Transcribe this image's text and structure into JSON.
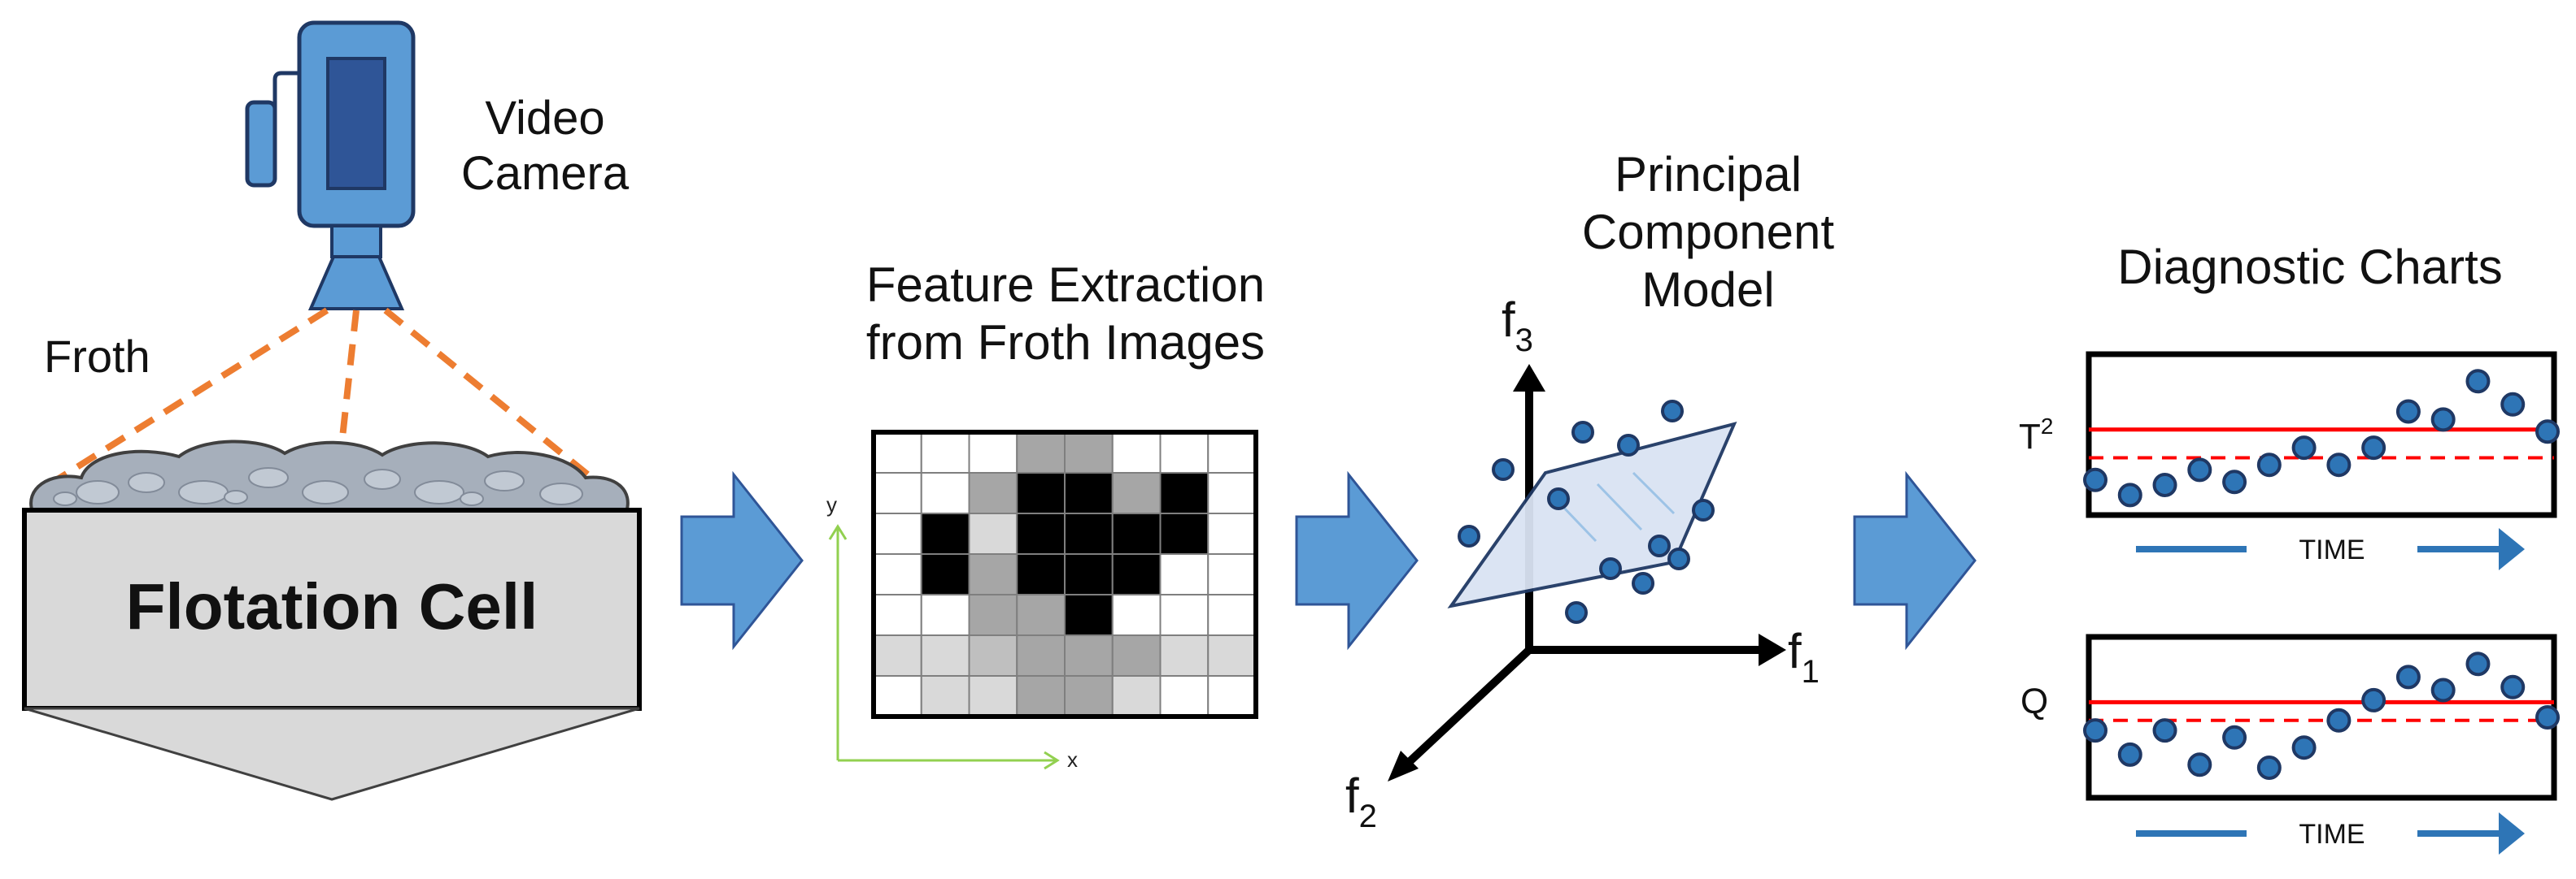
{
  "colors": {
    "camera_blue": "#5b9bd5",
    "camera_dark": "#2f5597",
    "camera_outline": "#1f3864",
    "arrow_blue": "#5b9bd5",
    "dashed_orange": "#ed7d31",
    "cell_gray": "#d9d9d9",
    "limit_red": "#ff0000",
    "plane_fill": "#dae3f3",
    "axis_green": "#92d050"
  },
  "camera": {
    "label_line1": "Video",
    "label_line2": "Camera"
  },
  "froth": {
    "label": "Froth"
  },
  "cell": {
    "label": "Flotation Cell"
  },
  "feature": {
    "title_line1": "Feature Extraction",
    "title_line2": "from Froth Images",
    "axis_y": "y",
    "axis_x": "x",
    "grid": [
      [
        "w",
        "w",
        "w",
        "g",
        "g",
        "w",
        "w",
        "w"
      ],
      [
        "w",
        "w",
        "g",
        "b",
        "b",
        "g",
        "b",
        "w"
      ],
      [
        "w",
        "b",
        "l",
        "b",
        "b",
        "b",
        "b",
        "w"
      ],
      [
        "w",
        "b",
        "g",
        "b",
        "b",
        "b",
        "w",
        "w"
      ],
      [
        "w",
        "w",
        "g",
        "g",
        "b",
        "w",
        "w",
        "w"
      ],
      [
        "l",
        "l",
        "m",
        "g",
        "g",
        "g",
        "l",
        "l"
      ],
      [
        "w",
        "l",
        "l",
        "g",
        "g",
        "l",
        "w",
        "w"
      ]
    ],
    "shades": {
      "w": "#ffffff",
      "l": "#d9d9d9",
      "m": "#bfbfbf",
      "g": "#a6a6a6",
      "b": "#000000"
    }
  },
  "pca": {
    "title_line1": "Principal",
    "title_line2": "Component",
    "title_line3": "Model",
    "axis_f1": "f",
    "axis_f1_sub": "1",
    "axis_f2": "f",
    "axis_f2_sub": "2",
    "axis_f3": "f",
    "axis_f3_sub": "3"
  },
  "diagnostics": {
    "title": "Diagnostic Charts",
    "t2_label": "T",
    "t2_sup": "2",
    "q_label": "Q",
    "time_label_1": "TIME",
    "time_label_2": "TIME"
  },
  "chart_data": [
    {
      "type": "scatter",
      "ylabel": "T²",
      "xlabel": "TIME",
      "x": [
        1,
        2,
        3,
        4,
        5,
        6,
        7,
        8,
        9,
        10,
        11,
        12,
        13,
        14
      ],
      "values": [
        0.3,
        0.15,
        0.25,
        0.4,
        0.28,
        0.45,
        0.62,
        0.45,
        0.62,
        0.98,
        0.9,
        1.28,
        1.05,
        0.78
      ],
      "upper_limit": 0.8,
      "lower_limit": 0.52,
      "ylim": [
        0,
        1.5
      ]
    },
    {
      "type": "scatter",
      "ylabel": "Q",
      "xlabel": "TIME",
      "x": [
        1,
        2,
        3,
        4,
        5,
        6,
        7,
        8,
        9,
        10,
        11,
        12,
        13,
        14
      ],
      "values": [
        0.62,
        0.38,
        0.62,
        0.28,
        0.55,
        0.25,
        0.45,
        0.72,
        0.92,
        1.15,
        1.02,
        1.28,
        1.05,
        0.75
      ],
      "upper_limit": 0.9,
      "lower_limit": 0.72,
      "ylim": [
        0,
        1.5
      ]
    }
  ]
}
